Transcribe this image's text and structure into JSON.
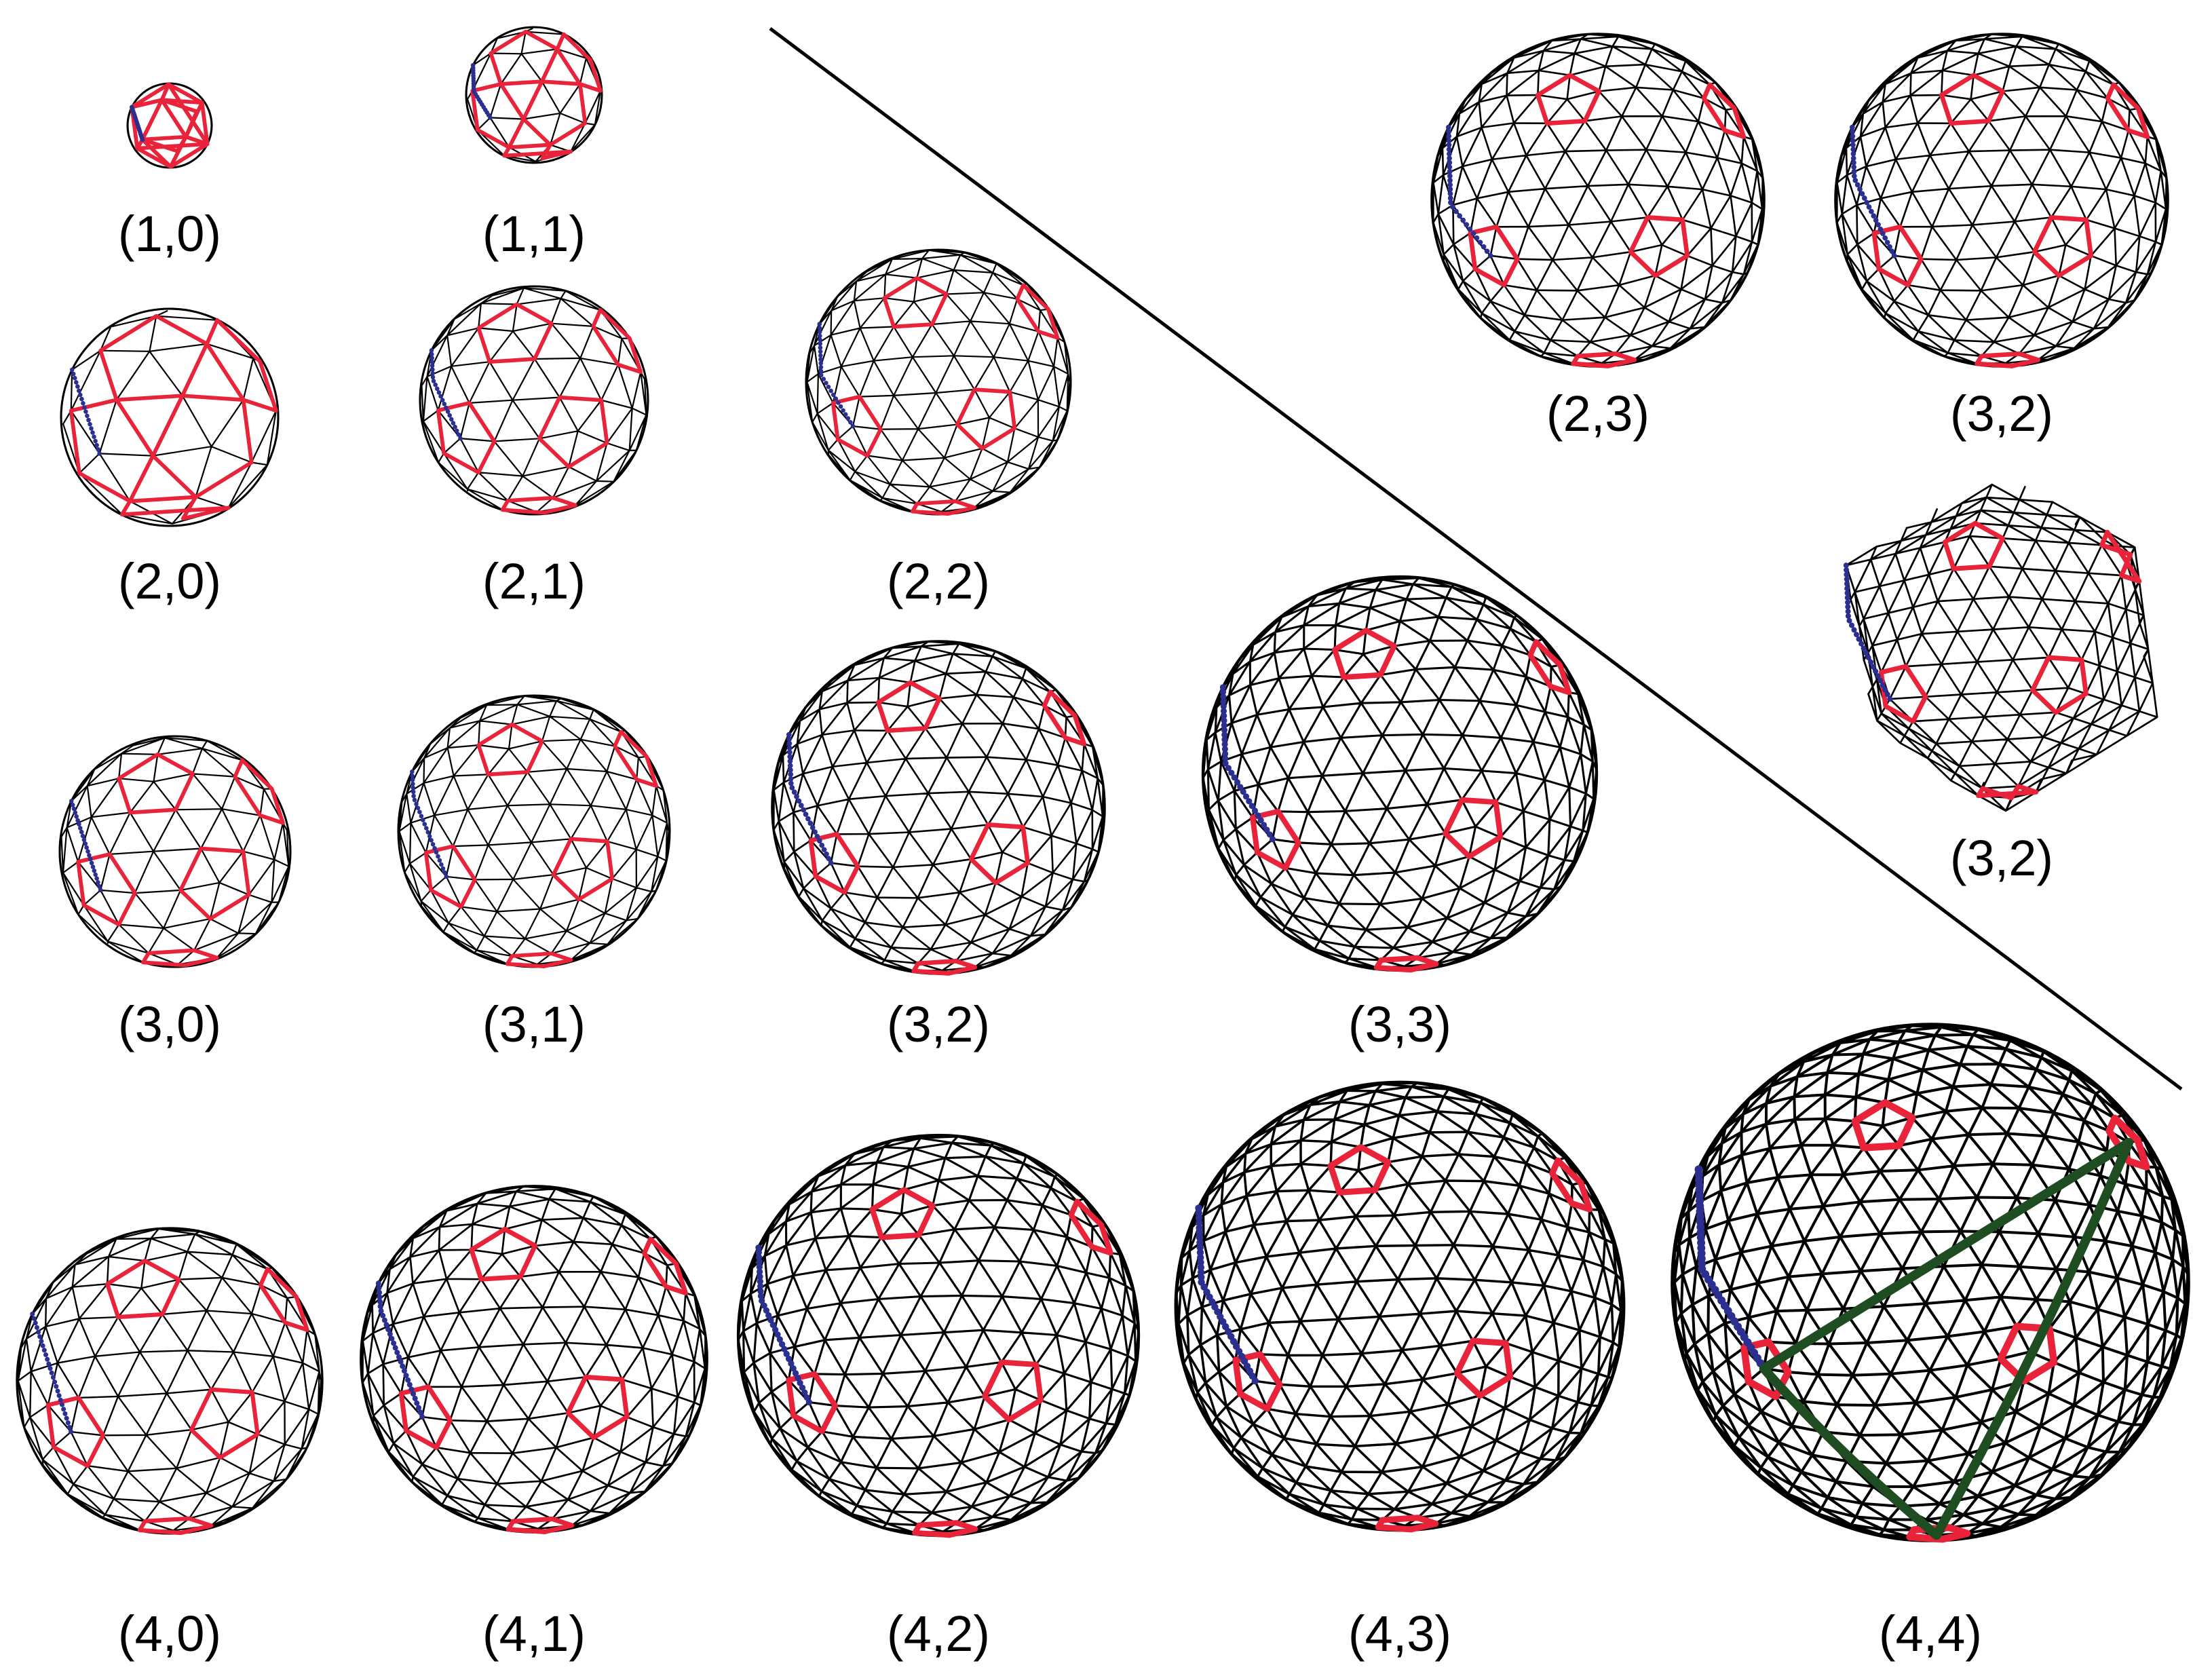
{
  "colors": {
    "mesh": "#000000",
    "pentagon": "#e8233a",
    "path": "#2b2f8f",
    "triangle": "#1f4d22",
    "background": "#ffffff"
  },
  "meshes": [
    {
      "id": "1-0",
      "label": "(1,0)",
      "h": 1,
      "k": 0
    },
    {
      "id": "1-1",
      "label": "(1,1)",
      "h": 1,
      "k": 1
    },
    {
      "id": "2-0",
      "label": "(2,0)",
      "h": 2,
      "k": 0
    },
    {
      "id": "2-1",
      "label": "(2,1)",
      "h": 2,
      "k": 1
    },
    {
      "id": "2-2",
      "label": "(2,2)",
      "h": 2,
      "k": 2
    },
    {
      "id": "3-0",
      "label": "(3,0)",
      "h": 3,
      "k": 0
    },
    {
      "id": "3-1",
      "label": "(3,1)",
      "h": 3,
      "k": 1
    },
    {
      "id": "3-2",
      "label": "(3,2)",
      "h": 3,
      "k": 2
    },
    {
      "id": "3-3",
      "label": "(3,3)",
      "h": 3,
      "k": 3
    },
    {
      "id": "4-0",
      "label": "(4,0)",
      "h": 4,
      "k": 0
    },
    {
      "id": "4-1",
      "label": "(4,1)",
      "h": 4,
      "k": 1
    },
    {
      "id": "4-2",
      "label": "(4,2)",
      "h": 4,
      "k": 2
    },
    {
      "id": "4-3",
      "label": "(4,3)",
      "h": 4,
      "k": 3
    },
    {
      "id": "4-4",
      "label": "(4,4)",
      "h": 4,
      "k": 4,
      "highlight_triangle": true
    },
    {
      "id": "2-3-mirror",
      "label": "(2,3)",
      "h": 2,
      "k": 3
    },
    {
      "id": "3-2-mirror",
      "label": "(3,2)",
      "h": 3,
      "k": 2
    },
    {
      "id": "3-2-faceted",
      "label": "(3,2)",
      "h": 3,
      "k": 2,
      "faceted": true
    }
  ]
}
